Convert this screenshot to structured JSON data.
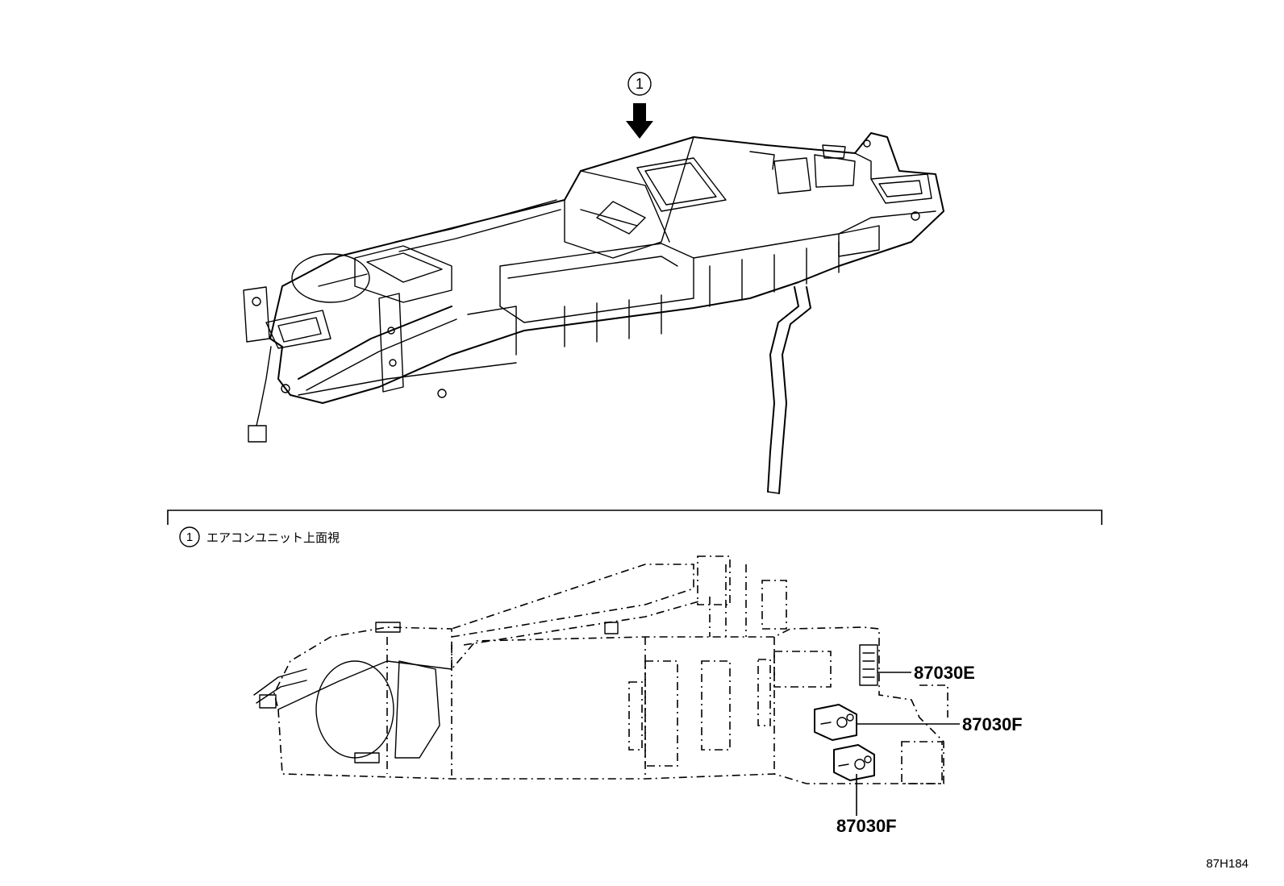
{
  "view_marker": {
    "number": "1"
  },
  "detail_view": {
    "number": "1",
    "caption": "エアコンユニット上面視"
  },
  "part_labels": [
    {
      "id": "87030E",
      "text": "87030E"
    },
    {
      "id": "87030F_upper",
      "text": "87030F"
    },
    {
      "id": "87030F_lower",
      "text": "87030F"
    }
  ],
  "diagram_code": "87H184"
}
